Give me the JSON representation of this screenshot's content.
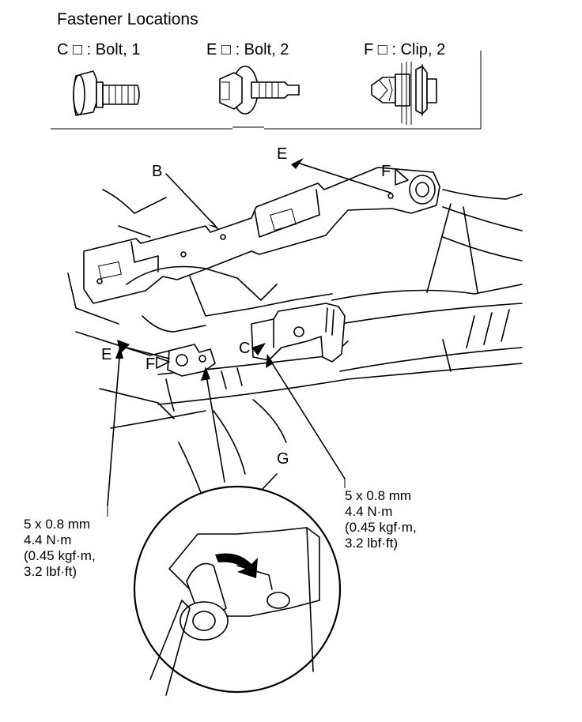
{
  "header": {
    "title": "Fastener Locations"
  },
  "fasteners": [
    {
      "letter": "C",
      "label": ": Bolt, 1",
      "icon": "flange-bolt-icon"
    },
    {
      "letter": "E",
      "label": ": Bolt, 2",
      "icon": "hex-washer-bolt-icon"
    },
    {
      "letter": "F",
      "label": ": Clip, 2",
      "icon": "push-clip-icon"
    }
  ],
  "box_glyph": "□",
  "callouts": {
    "B": "B",
    "E_top": "E",
    "F_top": "F",
    "E_left": "E",
    "F_left": "F",
    "C": "C",
    "G": "G"
  },
  "torque_left": [
    "5 x 0.8 mm",
    "4.4 N·m",
    "(0.45 kgf·m,",
    "3.2 lbf·ft)"
  ],
  "torque_right": [
    "5 x 0.8 mm",
    "4.4 N·m",
    "(0.45 kgf·m,",
    "3.2 lbf·ft)"
  ]
}
